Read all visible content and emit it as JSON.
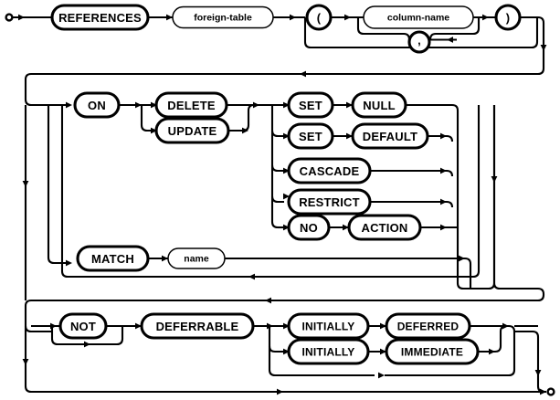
{
  "diagram": {
    "kind": "railroad-syntax-diagram",
    "title": "REFERENCES clause (foreign key constraint)",
    "colors": {
      "background": "#ffffff",
      "stroke": "#000000",
      "fill": "#ffffff"
    },
    "start_marker": "start-circle",
    "end_marker": "end-circle",
    "sections": [
      {
        "name": "references-header",
        "nodes": [
          {
            "id": "references",
            "label": "REFERENCES",
            "type": "terminal",
            "shape": "stadium"
          },
          {
            "id": "foreign-table",
            "label": "foreign-table",
            "type": "nonterminal",
            "shape": "stadium"
          },
          {
            "id": "lparen",
            "label": "(",
            "type": "terminal",
            "shape": "circle"
          },
          {
            "id": "column-name",
            "label": "column-name",
            "type": "nonterminal",
            "shape": "stadium"
          },
          {
            "id": "comma",
            "label": ",",
            "type": "terminal",
            "shape": "circle"
          },
          {
            "id": "rparen",
            "label": ")",
            "type": "terminal",
            "shape": "circle"
          }
        ]
      },
      {
        "name": "on-action-clause",
        "nodes": [
          {
            "id": "on",
            "label": "ON",
            "type": "terminal",
            "shape": "stadium"
          },
          {
            "id": "delete",
            "label": "DELETE",
            "type": "terminal",
            "shape": "stadium"
          },
          {
            "id": "update",
            "label": "UPDATE",
            "type": "terminal",
            "shape": "stadium"
          },
          {
            "id": "set-null-set",
            "label": "SET",
            "type": "terminal",
            "shape": "stadium"
          },
          {
            "id": "null",
            "label": "NULL",
            "type": "terminal",
            "shape": "stadium"
          },
          {
            "id": "set-default-set",
            "label": "SET",
            "type": "terminal",
            "shape": "stadium"
          },
          {
            "id": "default",
            "label": "DEFAULT",
            "type": "terminal",
            "shape": "stadium"
          },
          {
            "id": "cascade",
            "label": "CASCADE",
            "type": "terminal",
            "shape": "stadium"
          },
          {
            "id": "restrict",
            "label": "RESTRICT",
            "type": "terminal",
            "shape": "stadium"
          },
          {
            "id": "no",
            "label": "NO",
            "type": "terminal",
            "shape": "stadium"
          },
          {
            "id": "action",
            "label": "ACTION",
            "type": "terminal",
            "shape": "stadium"
          }
        ]
      },
      {
        "name": "match-clause",
        "nodes": [
          {
            "id": "match",
            "label": "MATCH",
            "type": "terminal",
            "shape": "stadium"
          },
          {
            "id": "name",
            "label": "name",
            "type": "nonterminal",
            "shape": "stadium"
          }
        ]
      },
      {
        "name": "deferrable-clause",
        "nodes": [
          {
            "id": "not",
            "label": "NOT",
            "type": "terminal",
            "shape": "stadium"
          },
          {
            "id": "deferrable",
            "label": "DEFERRABLE",
            "type": "terminal",
            "shape": "stadium"
          },
          {
            "id": "initially-deferred",
            "label": "INITIALLY",
            "type": "terminal",
            "shape": "stadium"
          },
          {
            "id": "deferred",
            "label": "DEFERRED",
            "type": "terminal",
            "shape": "stadium"
          },
          {
            "id": "initially-immediate",
            "label": "INITIALLY",
            "type": "terminal",
            "shape": "stadium"
          },
          {
            "id": "immediate",
            "label": "IMMEDIATE",
            "type": "terminal",
            "shape": "stadium"
          }
        ]
      }
    ]
  },
  "labels": {
    "references": "REFERENCES",
    "foreign_table": "foreign-table",
    "lparen": "(",
    "column_name": "column-name",
    "comma": ",",
    "rparen": ")",
    "on": "ON",
    "delete": "DELETE",
    "update": "UPDATE",
    "set1": "SET",
    "null": "NULL",
    "set2": "SET",
    "default": "DEFAULT",
    "cascade": "CASCADE",
    "restrict": "RESTRICT",
    "no": "NO",
    "action": "ACTION",
    "match": "MATCH",
    "name": "name",
    "not": "NOT",
    "deferrable": "DEFERRABLE",
    "initially1": "INITIALLY",
    "deferred": "DEFERRED",
    "initially2": "INITIALLY",
    "immediate": "IMMEDIATE"
  }
}
